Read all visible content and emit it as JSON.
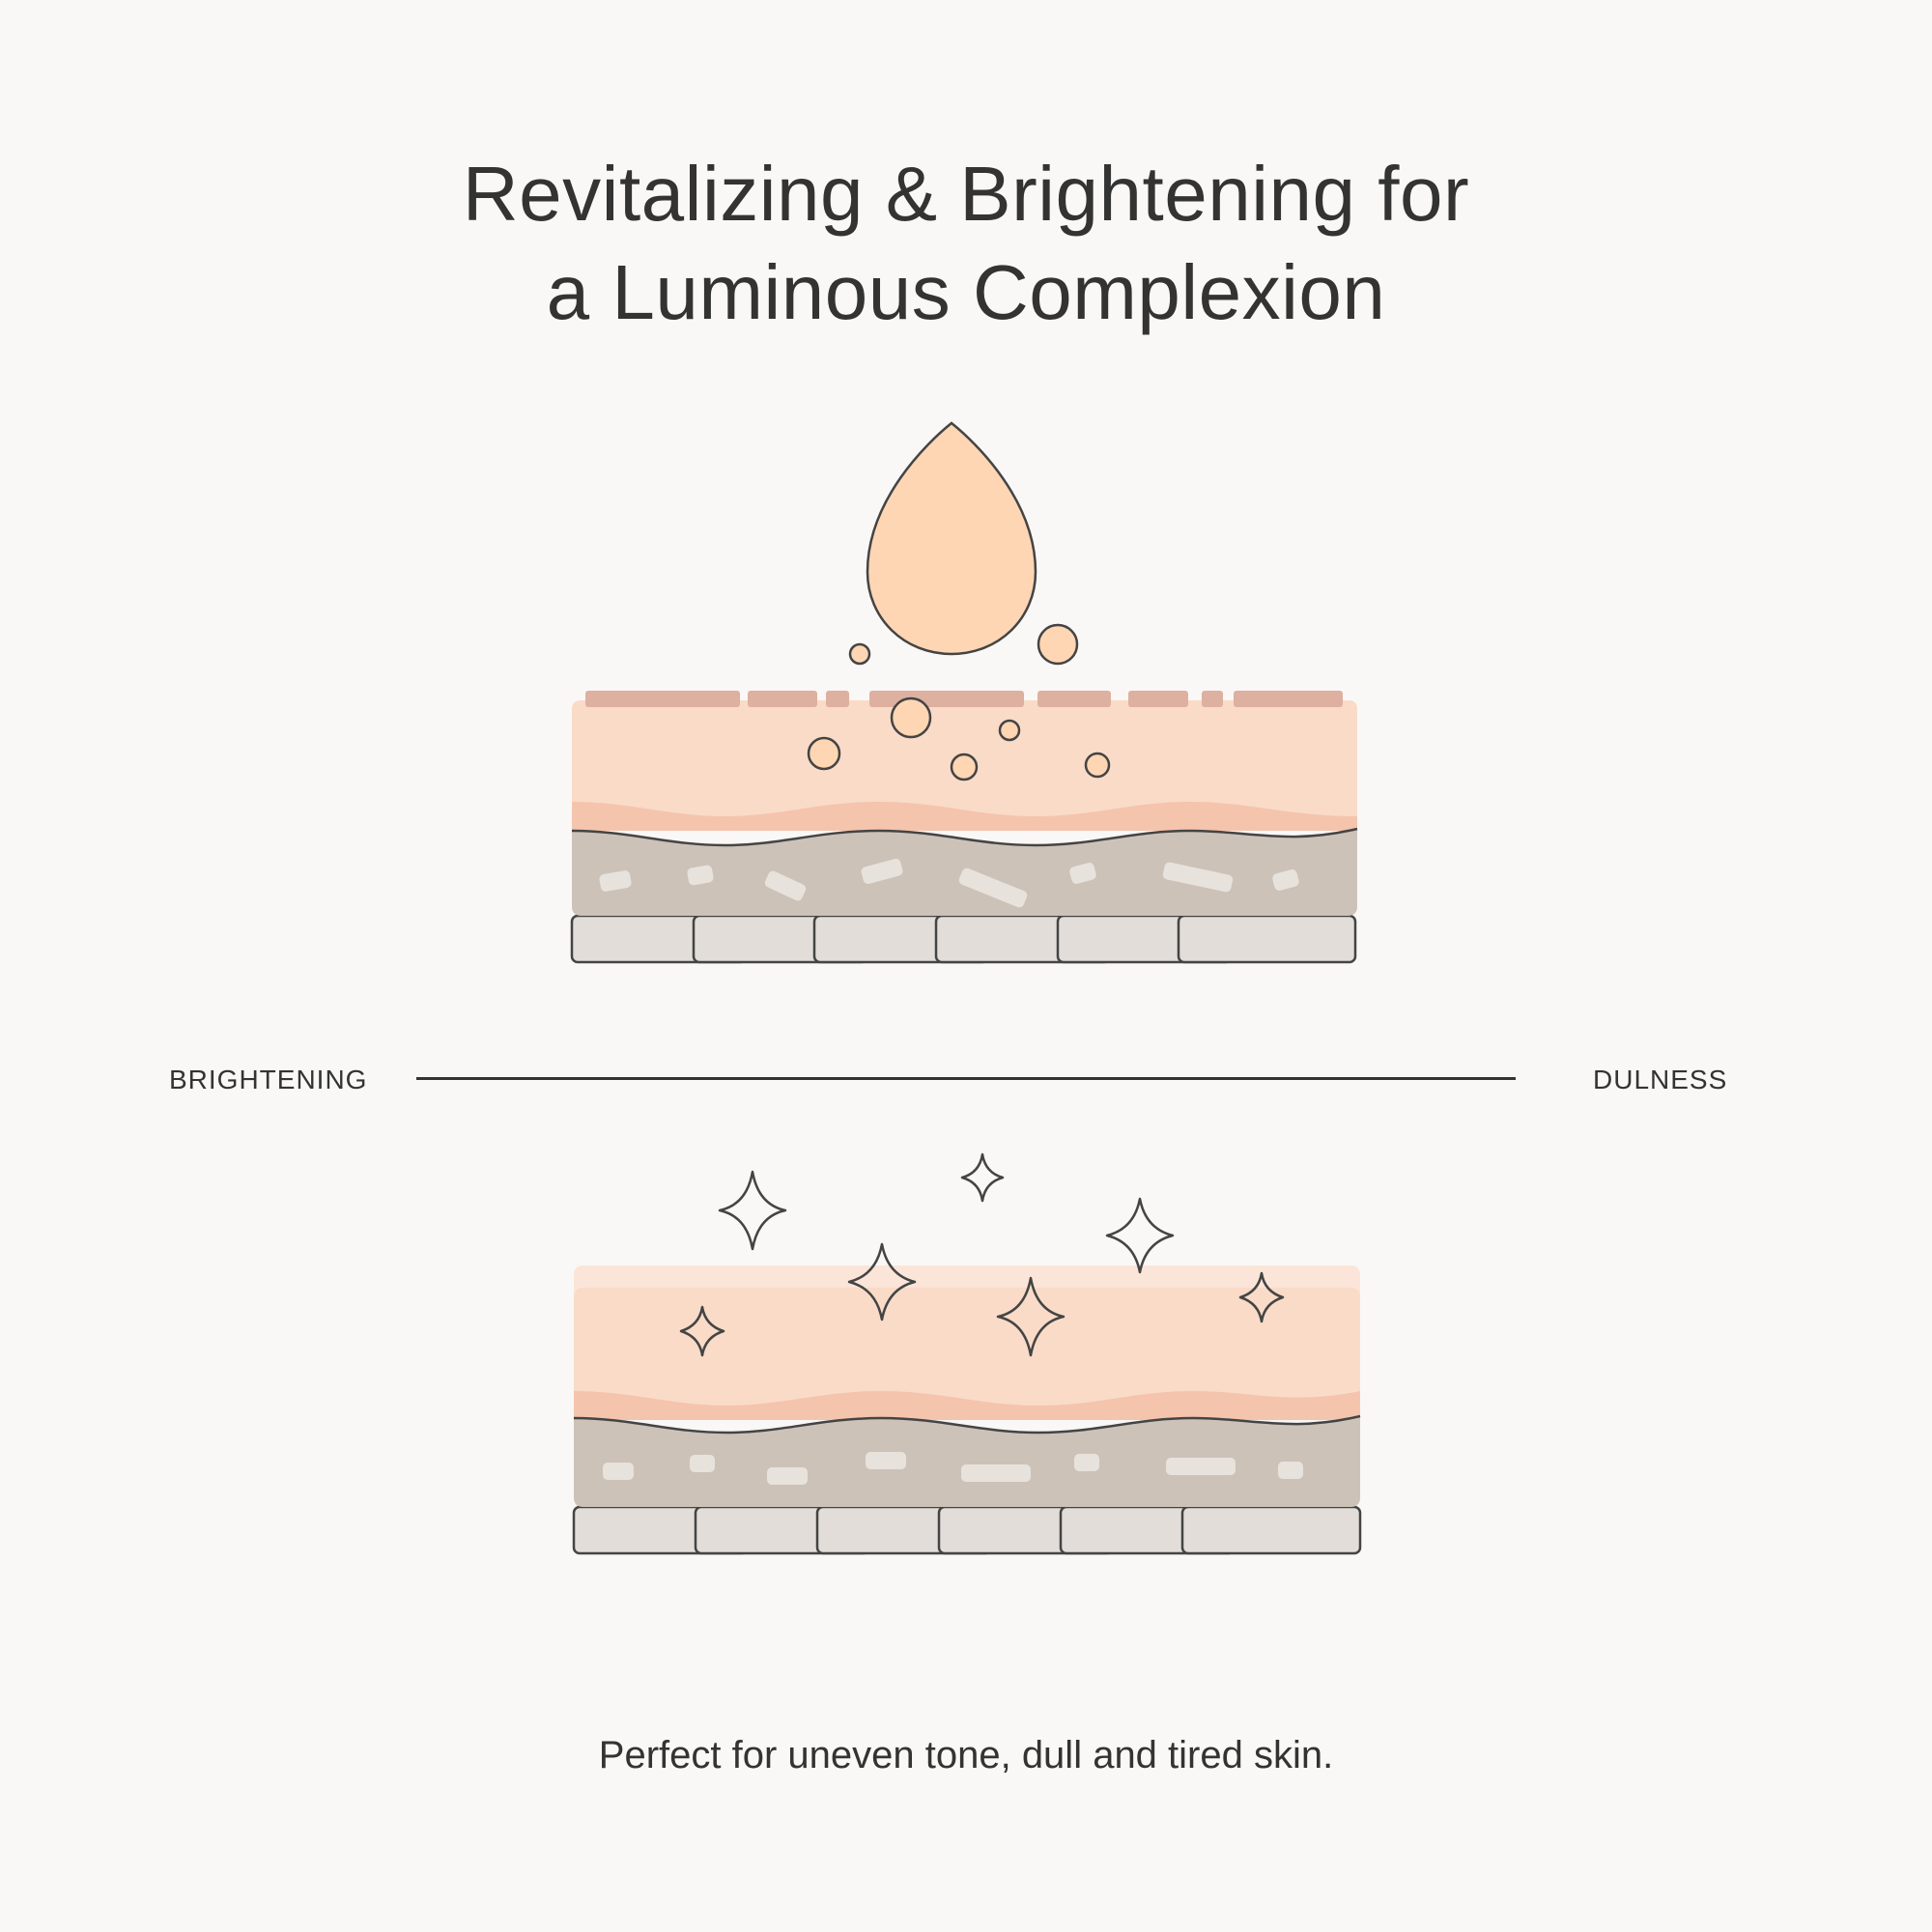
{
  "title": {
    "line1": "Revitalizing & Brightening for",
    "line2": "a Luminous Complexion"
  },
  "scale": {
    "left_label": "BRIGHTENING",
    "right_label": "DULNESS"
  },
  "caption": "Perfect for uneven tone, dull and tired skin.",
  "colors": {
    "background": "#f9f8f6",
    "droplet": "#ffd6b4",
    "epidermis": "#f9dbc7",
    "wave_band": "#f5c4ad",
    "dermis": "#ccc2b8",
    "base_tile": "#e2ddd8",
    "surface_flakes": "#ddb0a0",
    "outline": "#444444"
  },
  "icons": [
    "droplet-icon",
    "bubble-icon",
    "sparkle-icon"
  ]
}
